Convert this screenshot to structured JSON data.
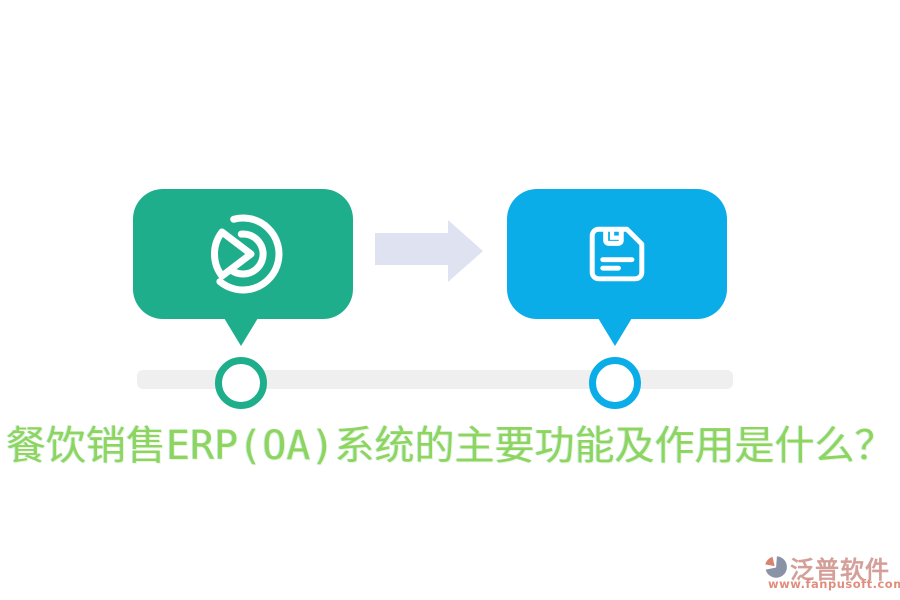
{
  "title": {
    "text": "餐饮销售ERP(OA)系统的主要功能及作用是什么？",
    "color": "#8ED55F"
  },
  "steps": [
    {
      "id": "step-1",
      "icon": "pie-chart-icon",
      "color": "#1FAE8C"
    },
    {
      "id": "step-2",
      "icon": "floppy-disk-icon",
      "color": "#0BADE9"
    }
  ],
  "arrow": {
    "direction": "right",
    "color": "#DEE2F1"
  },
  "timeline": {
    "bar_color": "#EFEFEF"
  },
  "watermark": {
    "brand": "泛普软件",
    "url": "www.fanpusoft.com",
    "brand_color": "#CE8F88",
    "url_color": "#DD8170",
    "logo_salmon": "#D8836F",
    "logo_gray": "#8A92A6"
  }
}
